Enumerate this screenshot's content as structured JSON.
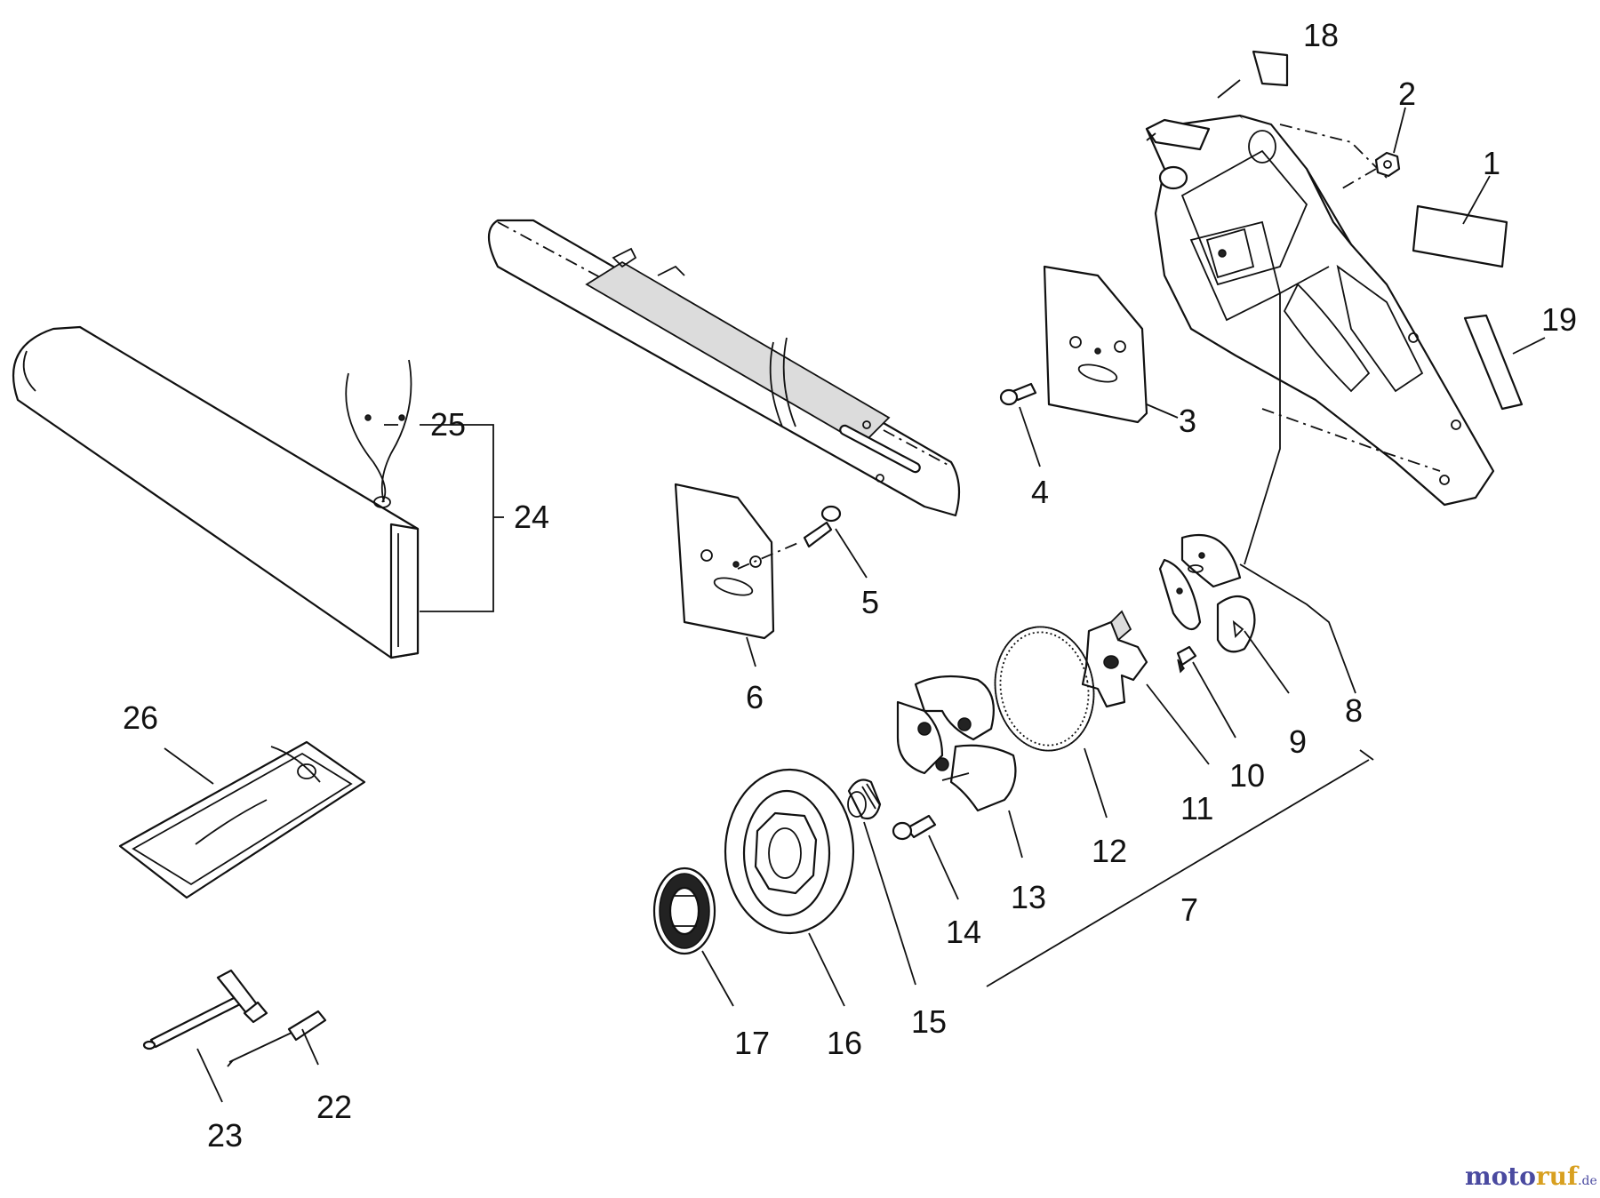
{
  "diagram": {
    "callouts": [
      "1",
      "2",
      "3",
      "4",
      "5",
      "6",
      "7",
      "8",
      "9",
      "10",
      "11",
      "12",
      "13",
      "14",
      "15",
      "16",
      "17",
      "18",
      "19",
      "22",
      "23",
      "24",
      "25",
      "26"
    ]
  },
  "watermark": {
    "part1": "moto",
    "part2": "ruf",
    "suffix": ".de"
  },
  "colors": {
    "line": "#111111",
    "background": "#ffffff",
    "watermark_blue": "#4a4aa0",
    "watermark_gold": "#d8a020"
  }
}
